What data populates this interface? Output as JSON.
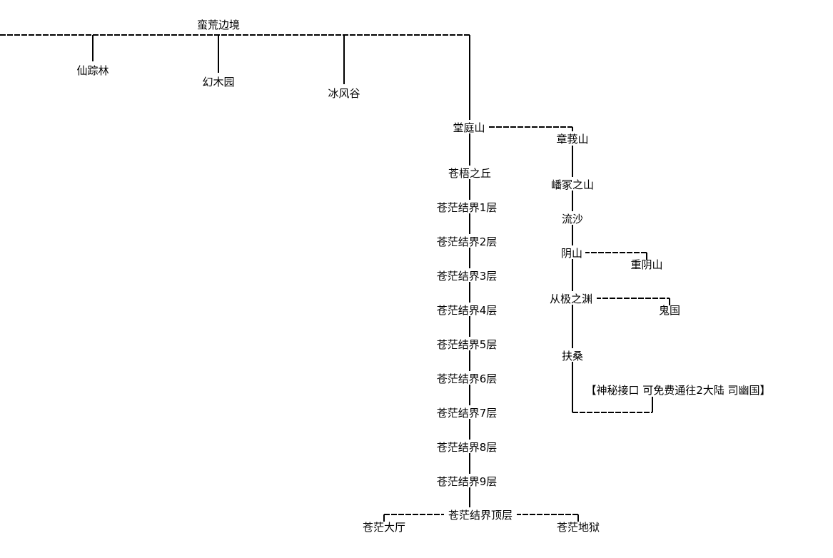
{
  "title": "蛮荒边境",
  "colors": {
    "line": "#000000",
    "text": "#000000",
    "background": "#ffffff"
  },
  "nodes": {
    "manhuang": "蛮荒边境",
    "xianzonglin": "仙踪林",
    "huanmuyuan": "幻木园",
    "bingfenggu": "冰风谷",
    "tangtingshan": "堂庭山",
    "cangwuzhiqiu": "苍梧之丘",
    "jj1": "苍茫结界1层",
    "jj2": "苍茫结界2层",
    "jj3": "苍茫结界3层",
    "jj4": "苍茫结界4层",
    "jj5": "苍茫结界5层",
    "jj6": "苍茫结界6层",
    "jj7": "苍茫结界7层",
    "jj8": "苍茫结界8层",
    "jj9": "苍茫结界9层",
    "jjtop": "苍茫结界顶层",
    "datin": "苍茫大厅",
    "diyu": "苍茫地狱",
    "zhangeshan": "章莪山",
    "boshan": "嶓冢之山",
    "liusha": "流沙",
    "yinshan": "阴山",
    "chongyinshan": "重阴山",
    "congji": "从极之渊",
    "guiguo": "鬼国",
    "fusang": "扶桑",
    "mysterious": "【神秘接口 可免费通往2大陆 司幽国】"
  }
}
